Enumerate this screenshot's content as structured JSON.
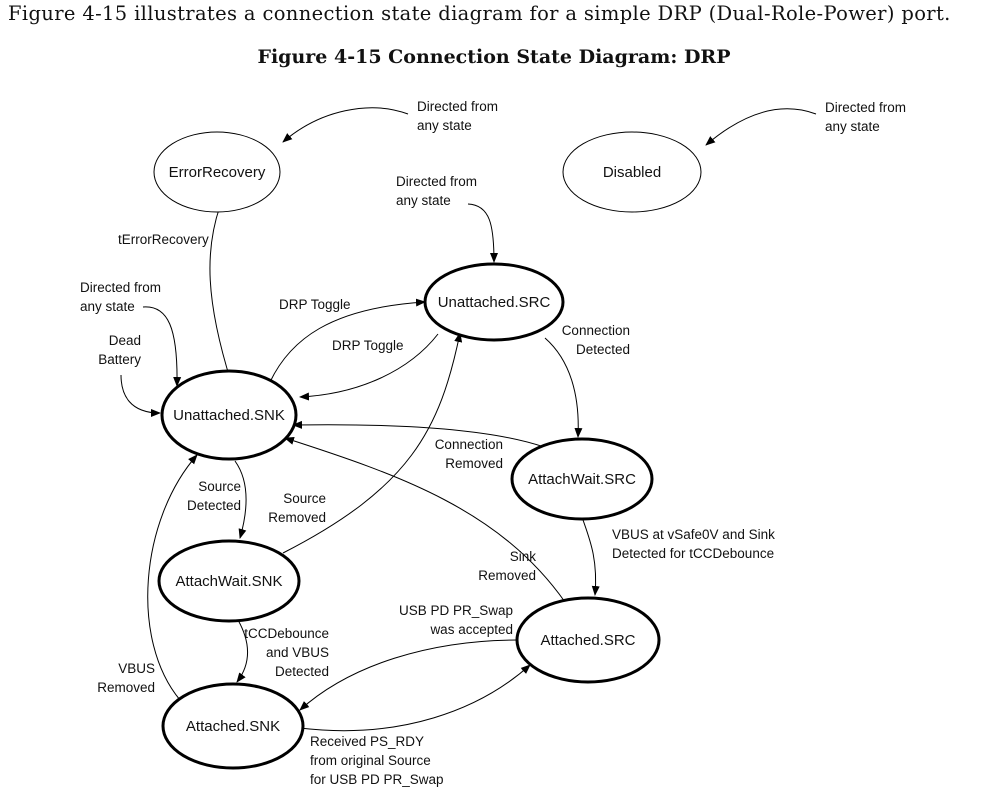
{
  "intro_text": "Figure 4-15 illustrates a connection state diagram for a simple DRP (Dual-Role-Power) port.",
  "figure_title": "Figure 4-15  Connection State Diagram: DRP",
  "states": {
    "error_recovery": "ErrorRecovery",
    "disabled": "Disabled",
    "unattached_src": "Unattached.SRC",
    "unattached_snk": "Unattached.SNK",
    "attachwait_src": "AttachWait.SRC",
    "attachwait_snk": "AttachWait.SNK",
    "attached_src": "Attached.SRC",
    "attached_snk": "Attached.SNK"
  },
  "labels": {
    "directed_error": [
      "Directed from",
      "any state"
    ],
    "directed_disabled": [
      "Directed from",
      "any state"
    ],
    "directed_unattached_src": [
      "Directed from",
      "any state"
    ],
    "directed_unattached_snk": [
      "Directed from",
      "any state"
    ],
    "t_error_recovery": [
      "tErrorRecovery"
    ],
    "dead_battery": [
      "Dead",
      "Battery"
    ],
    "drp_toggle_up": [
      "DRP Toggle"
    ],
    "drp_toggle_down": [
      "DRP Toggle"
    ],
    "connection_detected": [
      "Connection",
      "Detected"
    ],
    "connection_removed": [
      "Connection",
      "Removed"
    ],
    "source_detected": [
      "Source",
      "Detected"
    ],
    "source_removed": [
      "Source",
      "Removed"
    ],
    "vbus_vsafe0v": [
      "VBUS at vSafe0V and Sink",
      "Detected for tCCDebounce"
    ],
    "sink_removed": [
      "Sink",
      "Removed"
    ],
    "pr_swap_accepted": [
      "USB PD PR_Swap",
      "was accepted"
    ],
    "tcc_debounce": [
      "tCCDebounce",
      "and VBUS",
      "Detected"
    ],
    "vbus_removed": [
      "VBUS",
      "Removed"
    ],
    "received_ps_rdy": [
      "Received PS_RDY",
      "from original Source",
      "for USB PD PR_Swap"
    ]
  }
}
